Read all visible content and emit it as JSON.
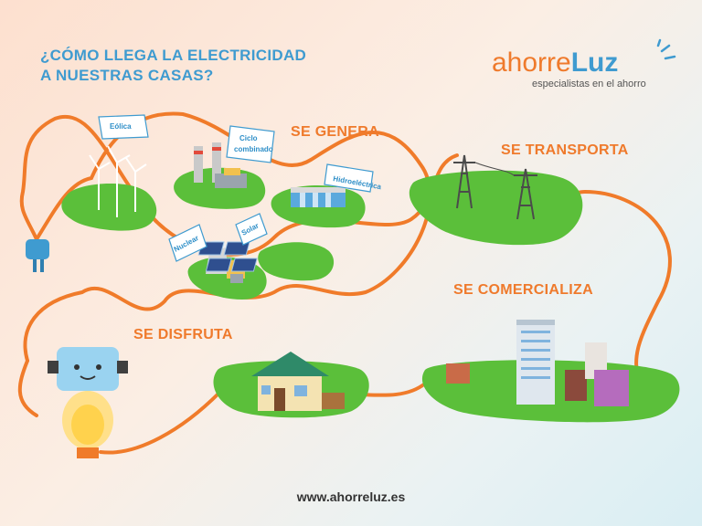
{
  "title": {
    "line1": "¿CÓMO LLEGA LA ELECTRICIDAD",
    "line2": "A NUESTRAS CASAS?"
  },
  "brand": {
    "name_part1": "ahorre",
    "name_part2": "Luz",
    "tagline": "especialistas en el ahorro"
  },
  "stages": {
    "generate": "SE GENERA",
    "transport": "SE TRANSPORTA",
    "sell": "SE COMERCIALIZA",
    "enjoy": "SE DISFRUTA"
  },
  "sources": {
    "wind": "Eólica",
    "combined_cycle_line1": "Ciclo",
    "combined_cycle_line2": "combinado",
    "hydro": "Hidroeléctrica",
    "nuclear": "Nuclear",
    "solar": "Solar"
  },
  "footer": {
    "url": "www.ahorreluz.es"
  },
  "colors": {
    "title_blue": "#3f9bd0",
    "stage_orange": "#ef7a2c",
    "cable_orange": "#f07b2a",
    "grass_green": "#5bbf3a"
  }
}
